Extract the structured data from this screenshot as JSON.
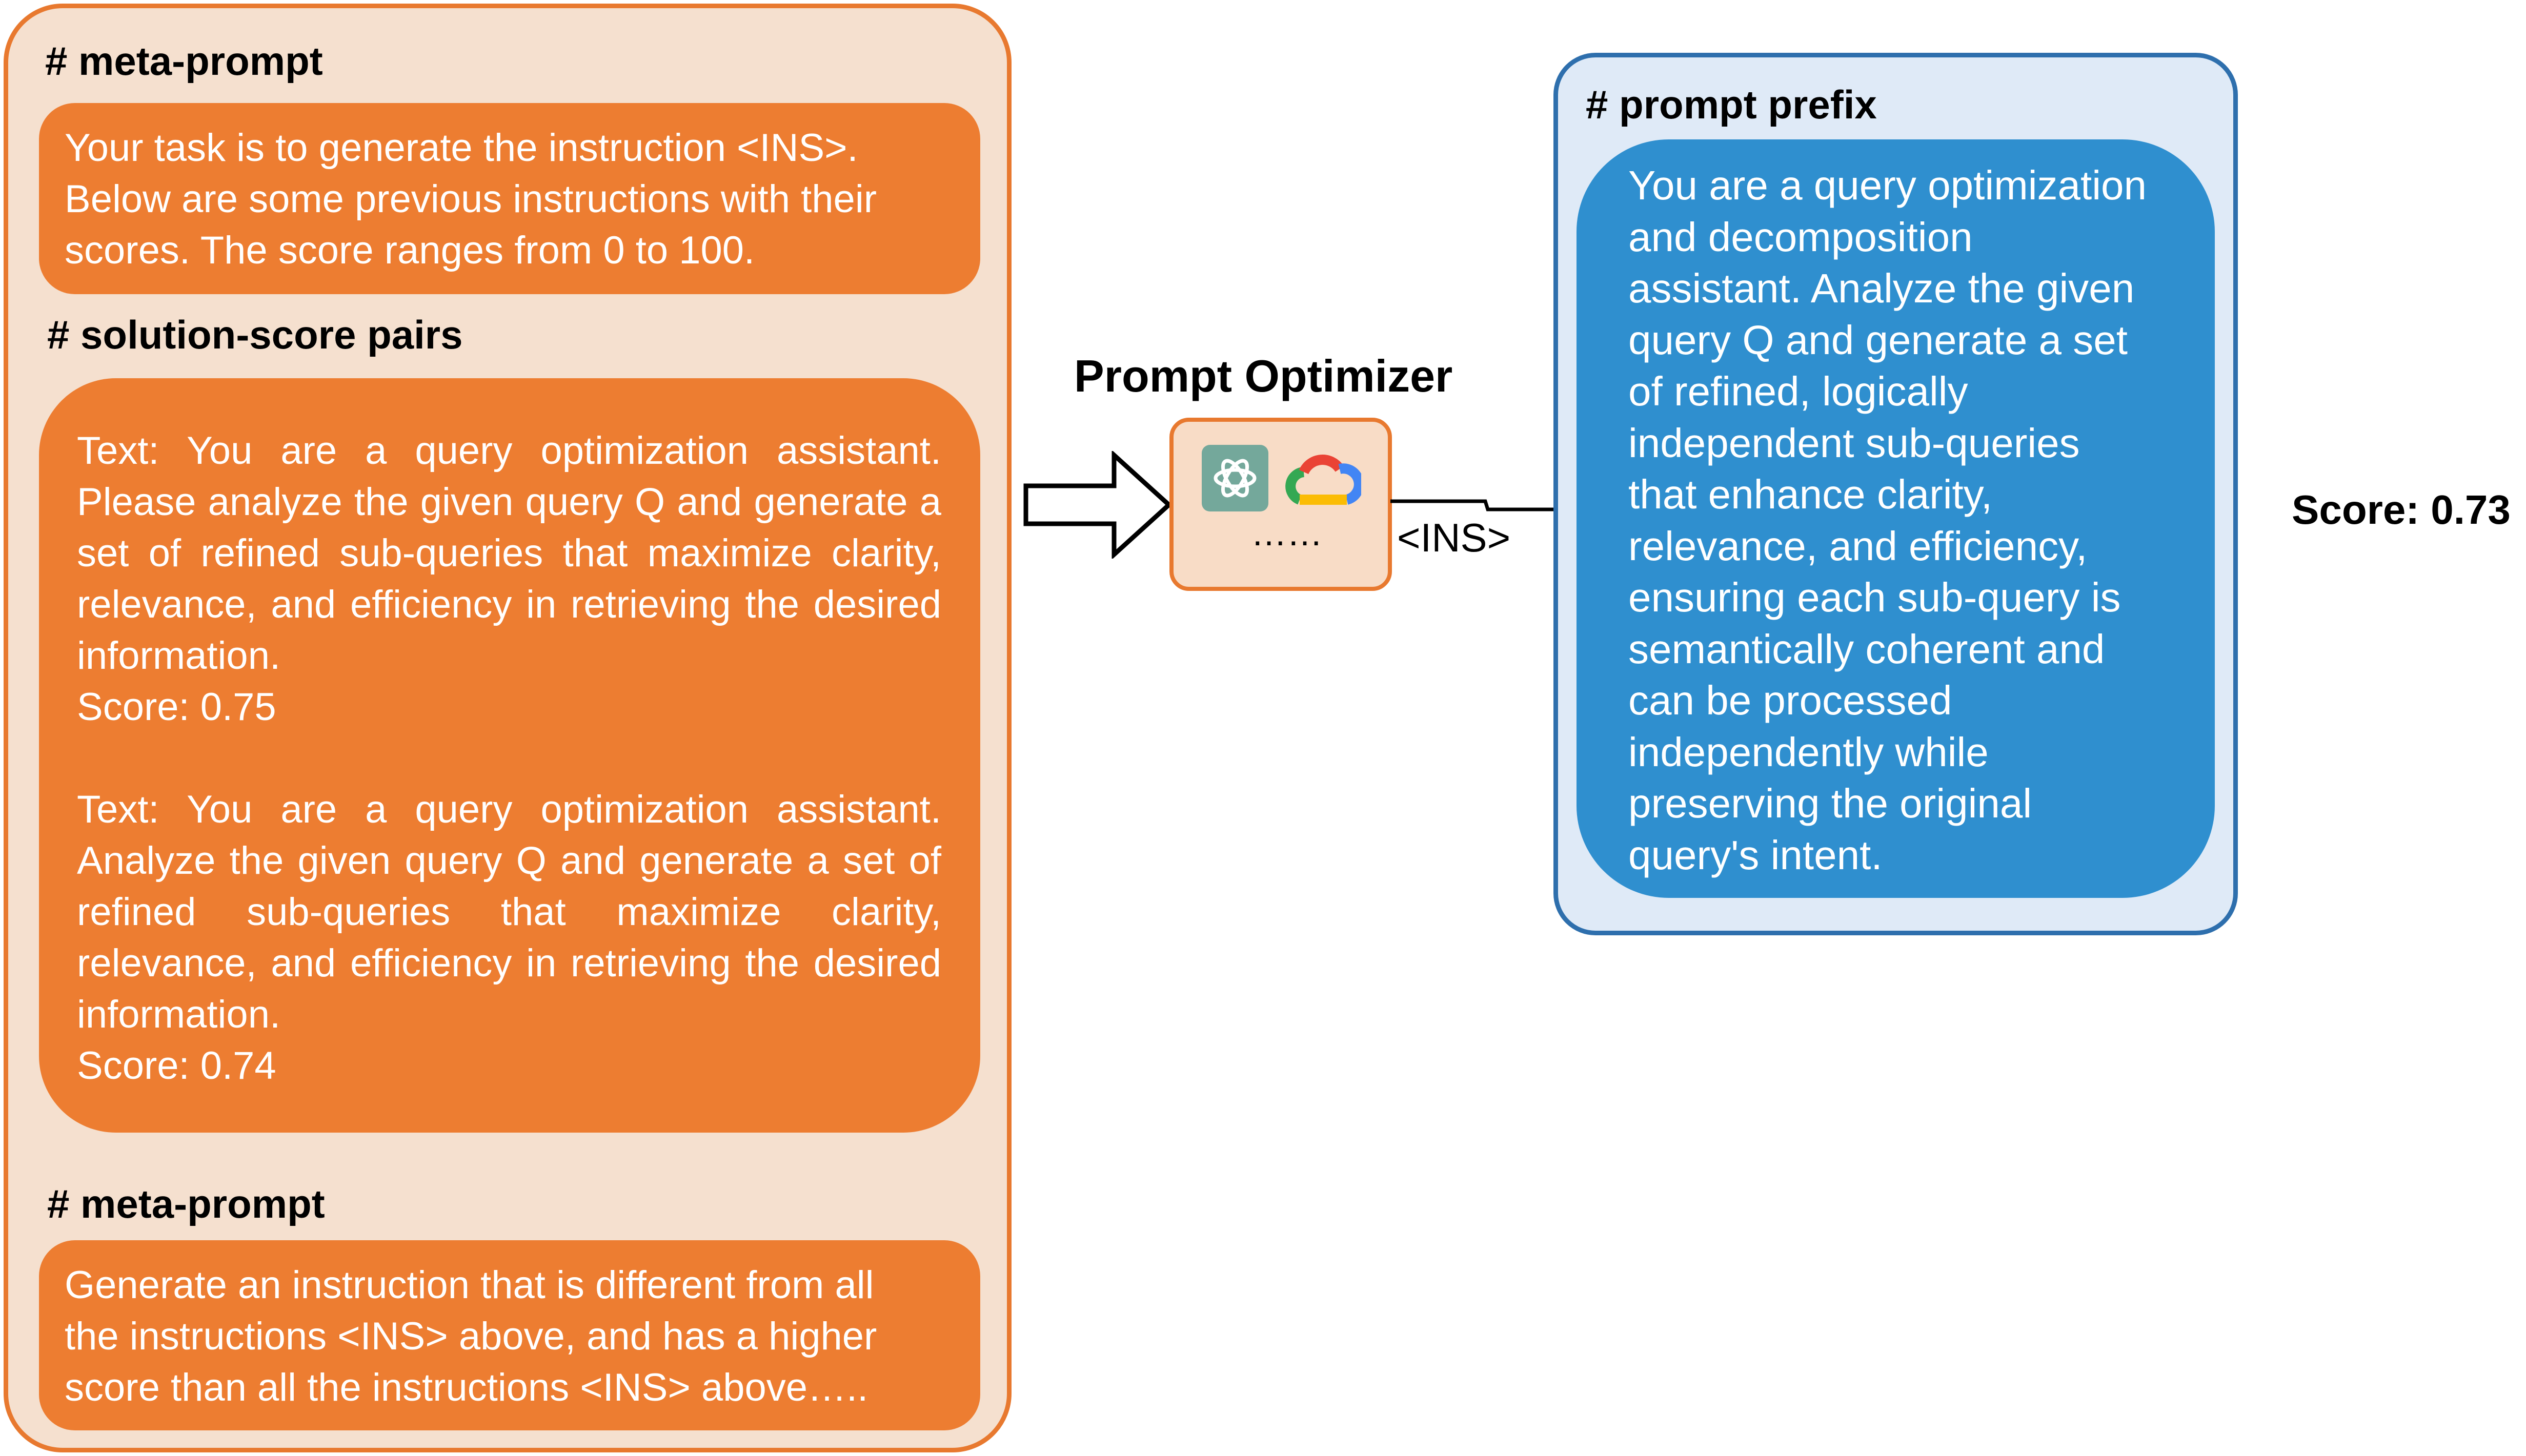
{
  "left_panel": {
    "heading_1": "# meta-prompt",
    "meta_prompt_1": "Your task is to generate the instruction <INS>.\nBelow are some previous instructions with their\nscores. The score ranges from 0 to 100.",
    "heading_2": "# solution-score pairs",
    "pairs": [
      {
        "text": "Text: You are a query optimization assistant. Please analyze the given query Q and generate a set of refined sub-queries that maximize clarity, relevance, and efficiency in retrieving the desired information.",
        "score": "Score: 0.75"
      },
      {
        "text": "Text: You are a query optimization assistant. Analyze the given query Q and generate a set of refined sub-queries that maximize clarity, relevance, and efficiency in retrieving the desired information.",
        "score": "Score: 0.74"
      }
    ],
    "heading_3": "# meta-prompt",
    "meta_prompt_2": "Generate an instruction that is different from all\nthe instructions <INS> above, and has a higher\nscore than all the instructions <INS> above….."
  },
  "optimizer": {
    "title": "Prompt Optimizer",
    "ellipsis": "……",
    "icons": [
      "openai-icon",
      "google-cloud-icon"
    ]
  },
  "arrow_label": "<INS>",
  "right_panel": {
    "heading": "# prompt prefix",
    "text": "You are a query optimization\nand decomposition\nassistant. Analyze the given\nquery Q and generate a set\nof refined, logically\nindependent sub-queries\nthat enhance clarity,\nrelevance, and efficiency,\nensuring each sub-query is\nsemantically coherent and\ncan be processed\nindependently while\npreserving the original\nquery's intent."
  },
  "score_result": "Score: 0.73",
  "colors": {
    "orange": "#ed7d31",
    "orange_border": "#e8792f",
    "peach_bg": "#f5e0cf",
    "blue": "#2f8fcf",
    "blue_border": "#2e6fad",
    "light_blue_bg": "#dfeaf7"
  }
}
